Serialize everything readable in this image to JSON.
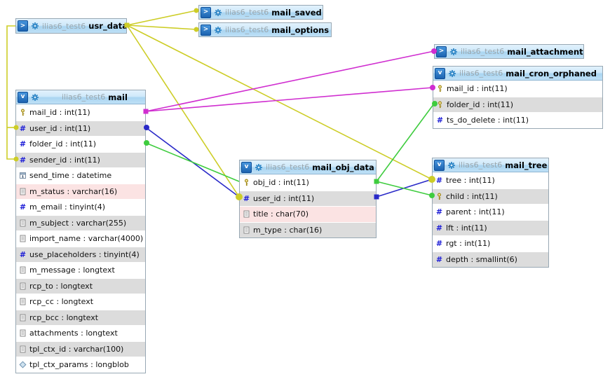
{
  "database": "ilias6_test6",
  "colors": {
    "yellow": "#cdcd27",
    "magenta": "#d02ed0",
    "blue": "#2a2ac8",
    "green": "#3ecc3e",
    "header_accent": "#a9d5f1",
    "row_gray": "#dcdcdc",
    "row_highlight_pink": "#fbe3e3"
  },
  "tables": {
    "usr_data": {
      "db": "ilias6_test6",
      "name": "usr_data",
      "toggle": ">",
      "collapsed": true
    },
    "mail_saved": {
      "db": "ilias6_test6",
      "name": "mail_saved",
      "toggle": ">",
      "collapsed": true
    },
    "mail_options": {
      "db": "ilias6_test6",
      "name": "mail_options",
      "toggle": ">",
      "collapsed": true
    },
    "mail_attachment": {
      "db": "ilias6_test6",
      "name": "mail_attachment",
      "toggle": ">",
      "collapsed": true
    },
    "mail_cron_orphaned": {
      "db": "ilias6_test6",
      "name": "mail_cron_orphaned",
      "toggle": "v",
      "collapsed": false,
      "fields": [
        {
          "label": "mail_id : int(11)",
          "icon": "primary-key"
        },
        {
          "label": "folder_id : int(11)",
          "icon": "primary-key"
        },
        {
          "label": "ts_do_delete : int(11)",
          "icon": "numeric"
        }
      ]
    },
    "mail": {
      "db": "ilias6_test6",
      "name": "mail",
      "toggle": "v",
      "collapsed": false,
      "fields": [
        {
          "label": "mail_id : int(11)",
          "icon": "primary-key"
        },
        {
          "label": "user_id : int(11)",
          "icon": "numeric"
        },
        {
          "label": "folder_id : int(11)",
          "icon": "numeric"
        },
        {
          "label": "sender_id : int(11)",
          "icon": "numeric"
        },
        {
          "label": "send_time : datetime",
          "icon": "datetime"
        },
        {
          "label": "m_status : varchar(16)",
          "icon": "text",
          "highlight": "pink"
        },
        {
          "label": "m_email : tinyint(4)",
          "icon": "numeric"
        },
        {
          "label": "m_subject : varchar(255)",
          "icon": "text"
        },
        {
          "label": "import_name : varchar(4000)",
          "icon": "text"
        },
        {
          "label": "use_placeholders : tinyint(4)",
          "icon": "numeric"
        },
        {
          "label": "m_message : longtext",
          "icon": "text"
        },
        {
          "label": "rcp_to : longtext",
          "icon": "text"
        },
        {
          "label": "rcp_cc : longtext",
          "icon": "text"
        },
        {
          "label": "rcp_bcc : longtext",
          "icon": "text"
        },
        {
          "label": "attachments : longtext",
          "icon": "text"
        },
        {
          "label": "tpl_ctx_id : varchar(100)",
          "icon": "text"
        },
        {
          "label": "tpl_ctx_params : longblob",
          "icon": "blob"
        }
      ]
    },
    "mail_obj_data": {
      "db": "ilias6_test6",
      "name": "mail_obj_data",
      "toggle": "v",
      "collapsed": false,
      "fields": [
        {
          "label": "obj_id : int(11)",
          "icon": "primary-key"
        },
        {
          "label": "user_id : int(11)",
          "icon": "numeric"
        },
        {
          "label": "title : char(70)",
          "icon": "text",
          "highlight": "pink"
        },
        {
          "label": "m_type : char(16)",
          "icon": "text"
        }
      ]
    },
    "mail_tree": {
      "db": "ilias6_test6",
      "name": "mail_tree",
      "toggle": "v",
      "collapsed": false,
      "fields": [
        {
          "label": "tree : int(11)",
          "icon": "numeric"
        },
        {
          "label": "child : int(11)",
          "icon": "primary-key"
        },
        {
          "label": "parent : int(11)",
          "icon": "numeric"
        },
        {
          "label": "lft : int(11)",
          "icon": "numeric"
        },
        {
          "label": "rgt : int(11)",
          "icon": "numeric"
        },
        {
          "label": "depth : smallint(6)",
          "icon": "numeric"
        }
      ]
    }
  },
  "relations": [
    {
      "from": "usr_data",
      "to": "mail.user_id",
      "color": "yellow"
    },
    {
      "from": "usr_data",
      "to": "mail.sender_id",
      "color": "yellow"
    },
    {
      "from": "usr_data",
      "to": "mail_saved",
      "color": "yellow"
    },
    {
      "from": "usr_data",
      "to": "mail_options",
      "color": "yellow"
    },
    {
      "from": "usr_data",
      "to": "mail_obj_data.user_id",
      "color": "yellow"
    },
    {
      "from": "usr_data",
      "to": "mail_tree.tree",
      "color": "yellow"
    },
    {
      "from": "mail.mail_id",
      "to": "mail_attachment",
      "color": "magenta"
    },
    {
      "from": "mail.mail_id",
      "to": "mail_cron_orphaned.mail_id",
      "color": "magenta"
    },
    {
      "from": "mail.user_id",
      "to": "mail_obj_data.user_id",
      "color": "blue"
    },
    {
      "from": "mail_obj_data.user_id",
      "to": "mail_tree.tree",
      "color": "blue"
    },
    {
      "from": "mail.folder_id",
      "to": "mail_obj_data.obj_id",
      "color": "green"
    },
    {
      "from": "mail_cron_orphaned.folder_id",
      "to": "mail_obj_data.obj_id",
      "color": "green"
    },
    {
      "from": "mail_obj_data.obj_id",
      "to": "mail_tree.child",
      "color": "green"
    }
  ]
}
